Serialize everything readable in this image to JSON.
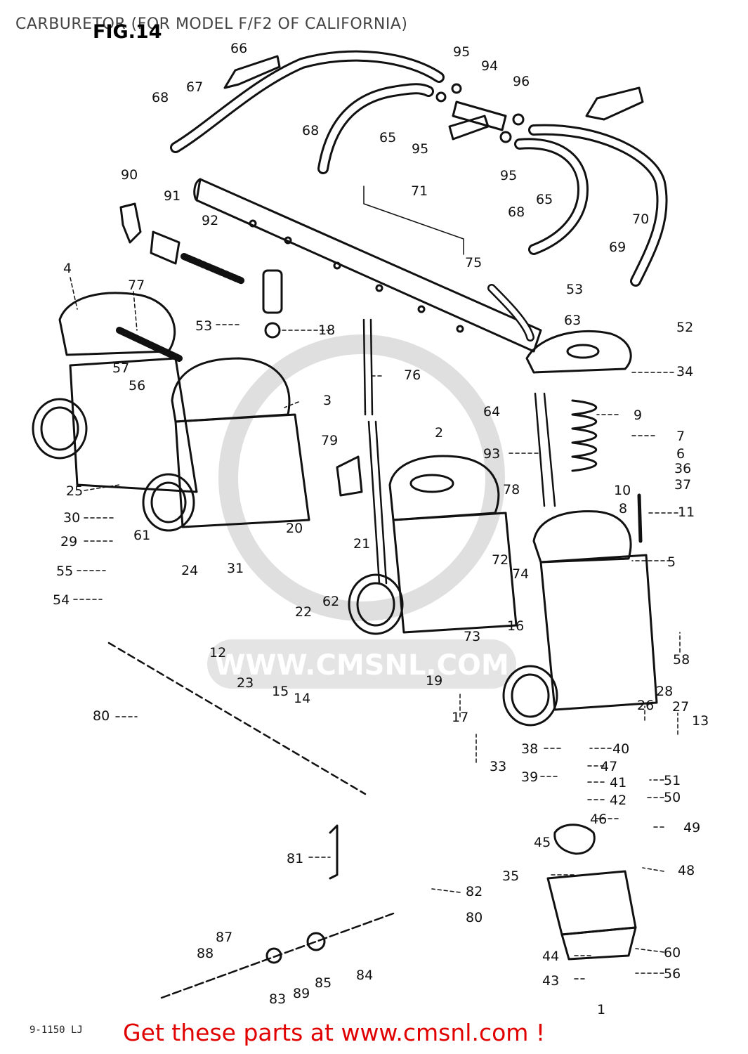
{
  "header": {
    "title": "CARBURETOR (FOR MODEL F/F2 OF CALIFORNIA)",
    "fig_label": "FIG.14"
  },
  "footer": {
    "link_text": "Get these parts at www.cmsnl.com !",
    "corner_code": "9-1150 LJ"
  },
  "watermark": {
    "text": "WWW.CMSNL.COM"
  },
  "part_numbers": [
    "66",
    "67",
    "68",
    "95",
    "94",
    "96",
    "65",
    "95",
    "68",
    "95",
    "90",
    "91",
    "92",
    "71",
    "68",
    "65",
    "70",
    "69",
    "75",
    "53",
    "4",
    "77",
    "53",
    "18",
    "63",
    "52",
    "34",
    "57",
    "56",
    "76",
    "3",
    "9",
    "7",
    "64",
    "6",
    "36",
    "37",
    "79",
    "2",
    "93",
    "10",
    "25",
    "78",
    "8",
    "11",
    "30",
    "61",
    "20",
    "29",
    "31",
    "21",
    "72",
    "5",
    "24",
    "74",
    "55",
    "54",
    "22",
    "62",
    "16",
    "73",
    "58",
    "12",
    "19",
    "23",
    "15",
    "14",
    "17",
    "28",
    "27",
    "13",
    "80",
    "26",
    "40",
    "38",
    "33",
    "47",
    "39",
    "41",
    "51",
    "42",
    "50",
    "46",
    "49",
    "81",
    "45",
    "82",
    "80",
    "35",
    "48",
    "87",
    "88",
    "84",
    "83",
    "89",
    "85",
    "44",
    "60",
    "43",
    "56",
    "1"
  ],
  "colors": {
    "ink": "#111111",
    "footer_red": "#e00000",
    "watermark_gray": "#cfcfcf",
    "header_gray": "#444444"
  }
}
